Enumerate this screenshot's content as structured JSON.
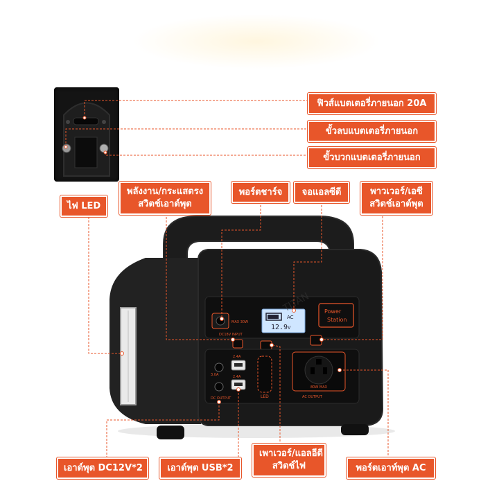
{
  "labels": {
    "external_fuse": "ฟิวส์แบตเตอรี่ภายนอก 20A",
    "external_negative": "ขั้วลบแบตเตอรี่ภายนอก",
    "external_positive": "ขั้วบวกแบตเตอรี่ภายนอก",
    "led_light": "ไฟ LED",
    "energy_switch_line1": "พลังงาน/กระแสตรง",
    "energy_switch_line2": "สวิตช์เอาต์พุต",
    "charging_port": "พอร์ตชาร์จ",
    "lcd_screen": "จอแอลซีดี",
    "power_ac_line1": "พาวเวอร์/เอซี",
    "power_ac_line2": "สวิตช์เอาต์พุต",
    "dc_output": "เอาต์พุต DC12V*2",
    "usb_output": "เอาต์พุต USB*2",
    "power_lcd_line1": "เพาเวอร์/แอลอีดี",
    "power_lcd_line2": "สวิตช์ไฟ",
    "ac_output_port": "พอร์ตเอาท์พุต AC"
  },
  "device": {
    "lcd_reading": "12.9",
    "lcd_unit": "V",
    "lcd_ac": "AC",
    "panel_title_line1": "Power",
    "panel_title_line2": "Station",
    "input_rating": "MAX 30W",
    "input_label": "DC18V INPUT",
    "dc_output_label": "DC OUTPUT",
    "usb_rating_1": "2.4A",
    "usb_rating_2": "2.4A",
    "dc_rating": "3.0A",
    "ac_rating": "80W MAX",
    "ac_output_label": "AC OUTPUT",
    "led_label": "LED",
    "watermark": "TITAN"
  },
  "colors": {
    "accent": "#e8562a",
    "body": "#1b1b1b",
    "panel": "#111111"
  }
}
